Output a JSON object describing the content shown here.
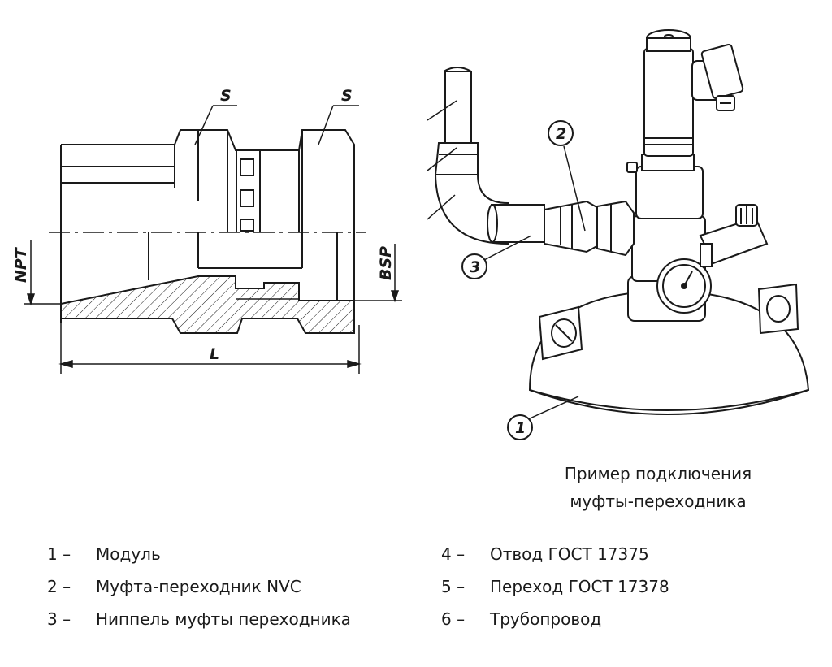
{
  "drawing": {
    "dimensions": {
      "s_left": "S",
      "s_right": "S",
      "npt": "NPT",
      "bsp": "BSP",
      "length": "L"
    },
    "callouts": {
      "c1": "1",
      "c2": "2",
      "c3": "3"
    }
  },
  "caption": {
    "line1": "Пример подключения",
    "line2": "муфты-переходника"
  },
  "legend": {
    "left": [
      {
        "num": "1 –",
        "label": "Модуль"
      },
      {
        "num": "2 –",
        "label": "Муфта-переходник NVC"
      },
      {
        "num": "3 –",
        "label": "Ниппель муфты переходника"
      }
    ],
    "right": [
      {
        "num": "4 –",
        "label": "Отвод ГОСТ 17375"
      },
      {
        "num": "5 –",
        "label": "Переход ГОСТ 17378"
      },
      {
        "num": "6 –",
        "label": "Трубопровод"
      }
    ]
  }
}
